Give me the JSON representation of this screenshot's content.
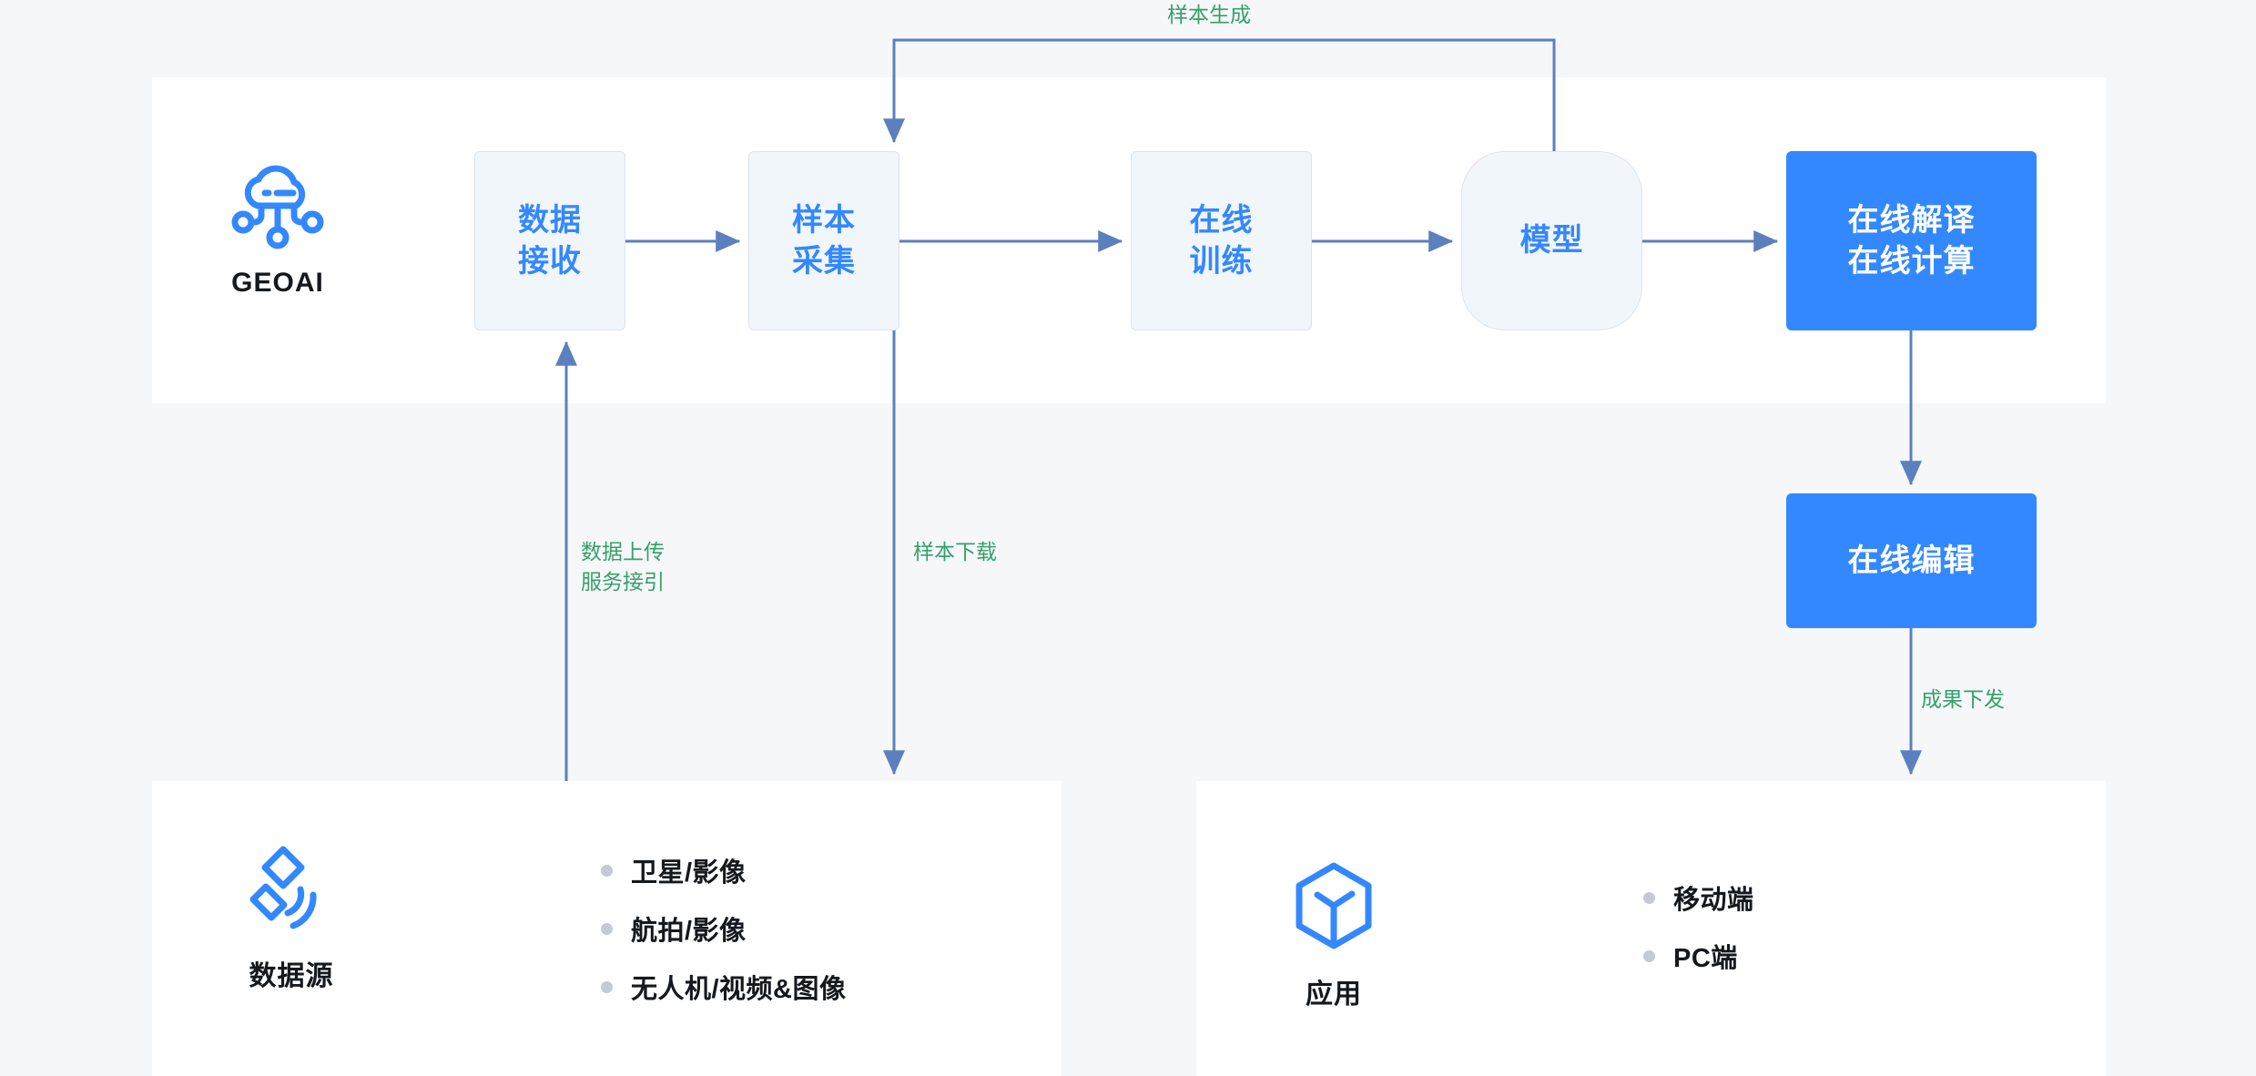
{
  "colors": {
    "page_background": "#f6f7f9",
    "panel_background": "#ffffff",
    "node_fill_soft": "#f1f6fb",
    "node_border_soft": "#dfe3e8",
    "accent_blue": "#3388ff",
    "connector_blue": "#5b80bd",
    "label_green": "#35a06a",
    "text_dark": "#15181d",
    "bullet_dot": "#c4c9d2"
  },
  "brand": {
    "name": "GEOAI",
    "icon": "cloud-network-icon"
  },
  "pipeline": {
    "nodes": [
      {
        "id": "data-receive",
        "lines": [
          "数据",
          "接收"
        ],
        "style": "soft"
      },
      {
        "id": "sample-collect",
        "lines": [
          "样本",
          "采集"
        ],
        "style": "soft"
      },
      {
        "id": "online-train",
        "lines": [
          "在线",
          "训练"
        ],
        "style": "soft"
      },
      {
        "id": "model",
        "lines": [
          "模型"
        ],
        "style": "soft-round"
      },
      {
        "id": "online-interpret",
        "lines": [
          "在线解译",
          "在线计算"
        ],
        "style": "solid"
      },
      {
        "id": "online-edit",
        "lines": [
          "在线编辑"
        ],
        "style": "solid"
      }
    ]
  },
  "edge_labels": {
    "sample_generate": "样本生成",
    "data_upload": "数据上传",
    "service_access": "服务接引",
    "sample_download": "样本下载",
    "result_delivery": "成果下发"
  },
  "sections": [
    {
      "id": "data-source",
      "title": "数据源",
      "icon": "satellite-layers-icon",
      "items": [
        "卫星/影像",
        "航拍/影像",
        "无人机/视频&图像"
      ]
    },
    {
      "id": "application",
      "title": "应用",
      "icon": "cube-hexagon-icon",
      "items": [
        "移动端",
        "PC端"
      ]
    }
  ]
}
